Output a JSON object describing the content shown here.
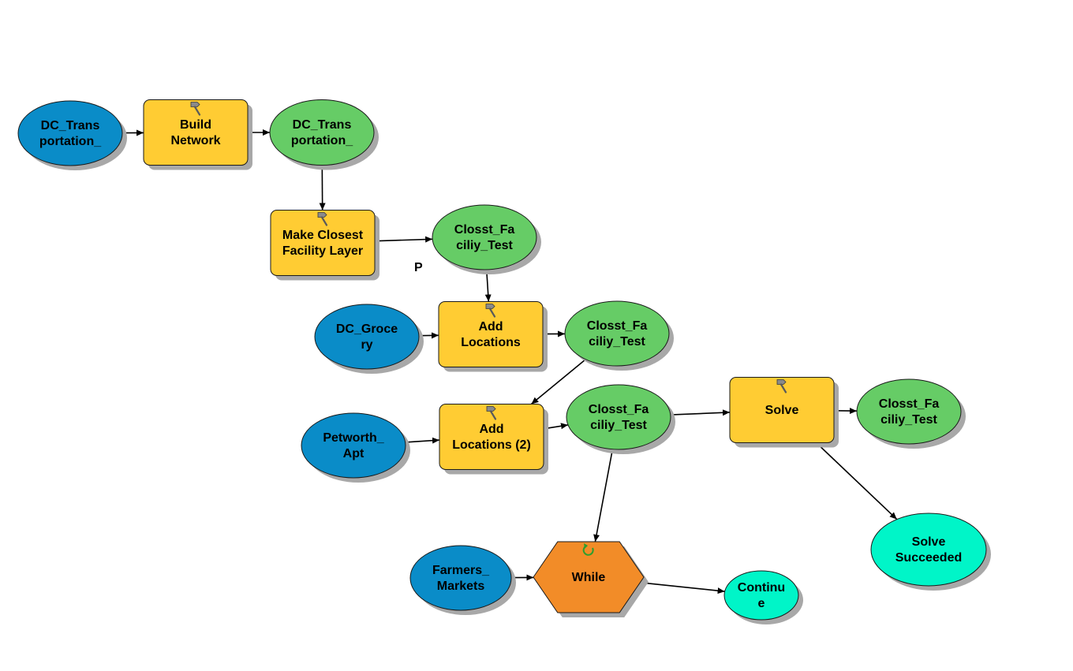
{
  "diagram": {
    "colors": {
      "input": "#0A8CC8",
      "tool": "#FFCC33",
      "derived": "#66CC66",
      "iterator": "#F28C28",
      "condition": "#00F5C8",
      "shadow": "#A8A8A8",
      "outline": "#1a1a1a",
      "tool_icon": "hammer-icon",
      "iterator_icon": "loop-arrow-icon",
      "iterator_icon_color": "#2E9E2E"
    },
    "nodes": [
      {
        "id": "dc_trans_in",
        "kind": "input",
        "lines": [
          "DC_Trans",
          "portation_"
        ]
      },
      {
        "id": "build_network",
        "kind": "tool",
        "lines": [
          "Build",
          "Network"
        ]
      },
      {
        "id": "dc_trans_out",
        "kind": "derived",
        "lines": [
          "DC_Trans",
          "portation_"
        ]
      },
      {
        "id": "make_cf_layer",
        "kind": "tool",
        "lines": [
          "Make Closest",
          "Facility Layer"
        ]
      },
      {
        "id": "cf_test_1",
        "kind": "derived",
        "lines": [
          "Closst_Fa",
          "ciliy_Test"
        ]
      },
      {
        "id": "dc_grocery",
        "kind": "input",
        "lines": [
          "DC_Groce",
          "ry"
        ]
      },
      {
        "id": "add_locations",
        "kind": "tool",
        "lines": [
          "Add",
          "Locations"
        ]
      },
      {
        "id": "cf_test_2",
        "kind": "derived",
        "lines": [
          "Closst_Fa",
          "ciliy_Test"
        ]
      },
      {
        "id": "petworth_apt",
        "kind": "input",
        "lines": [
          "Petworth_",
          "Apt"
        ]
      },
      {
        "id": "add_locations_2",
        "kind": "tool",
        "lines": [
          "Add",
          "Locations (2)"
        ]
      },
      {
        "id": "cf_test_3",
        "kind": "derived",
        "lines": [
          "Closst_Fa",
          "ciliy_Test"
        ]
      },
      {
        "id": "solve",
        "kind": "tool",
        "lines": [
          "Solve"
        ]
      },
      {
        "id": "cf_test_4",
        "kind": "derived",
        "lines": [
          "Closst_Fa",
          "ciliy_Test"
        ]
      },
      {
        "id": "solve_succeeded",
        "kind": "condition",
        "lines": [
          "Solve",
          "Succeeded"
        ]
      },
      {
        "id": "farmers_markets",
        "kind": "input",
        "lines": [
          "Farmers_",
          "Markets"
        ]
      },
      {
        "id": "while",
        "kind": "iterator",
        "lines": [
          "While"
        ]
      },
      {
        "id": "continue",
        "kind": "condition",
        "lines": [
          "Continu",
          "e"
        ]
      }
    ],
    "edges": [
      [
        "dc_trans_in",
        "build_network"
      ],
      [
        "build_network",
        "dc_trans_out"
      ],
      [
        "dc_trans_out",
        "make_cf_layer"
      ],
      [
        "make_cf_layer",
        "cf_test_1"
      ],
      [
        "cf_test_1",
        "add_locations"
      ],
      [
        "dc_grocery",
        "add_locations"
      ],
      [
        "add_locations",
        "cf_test_2"
      ],
      [
        "cf_test_2",
        "add_locations_2"
      ],
      [
        "petworth_apt",
        "add_locations_2"
      ],
      [
        "add_locations_2",
        "cf_test_3"
      ],
      [
        "cf_test_3",
        "solve"
      ],
      [
        "solve",
        "cf_test_4"
      ],
      [
        "solve",
        "solve_succeeded"
      ],
      [
        "cf_test_3",
        "while"
      ],
      [
        "farmers_markets",
        "while"
      ],
      [
        "while",
        "continue"
      ]
    ],
    "parameter_marker": {
      "label": "P",
      "node": "dc_grocery"
    }
  }
}
